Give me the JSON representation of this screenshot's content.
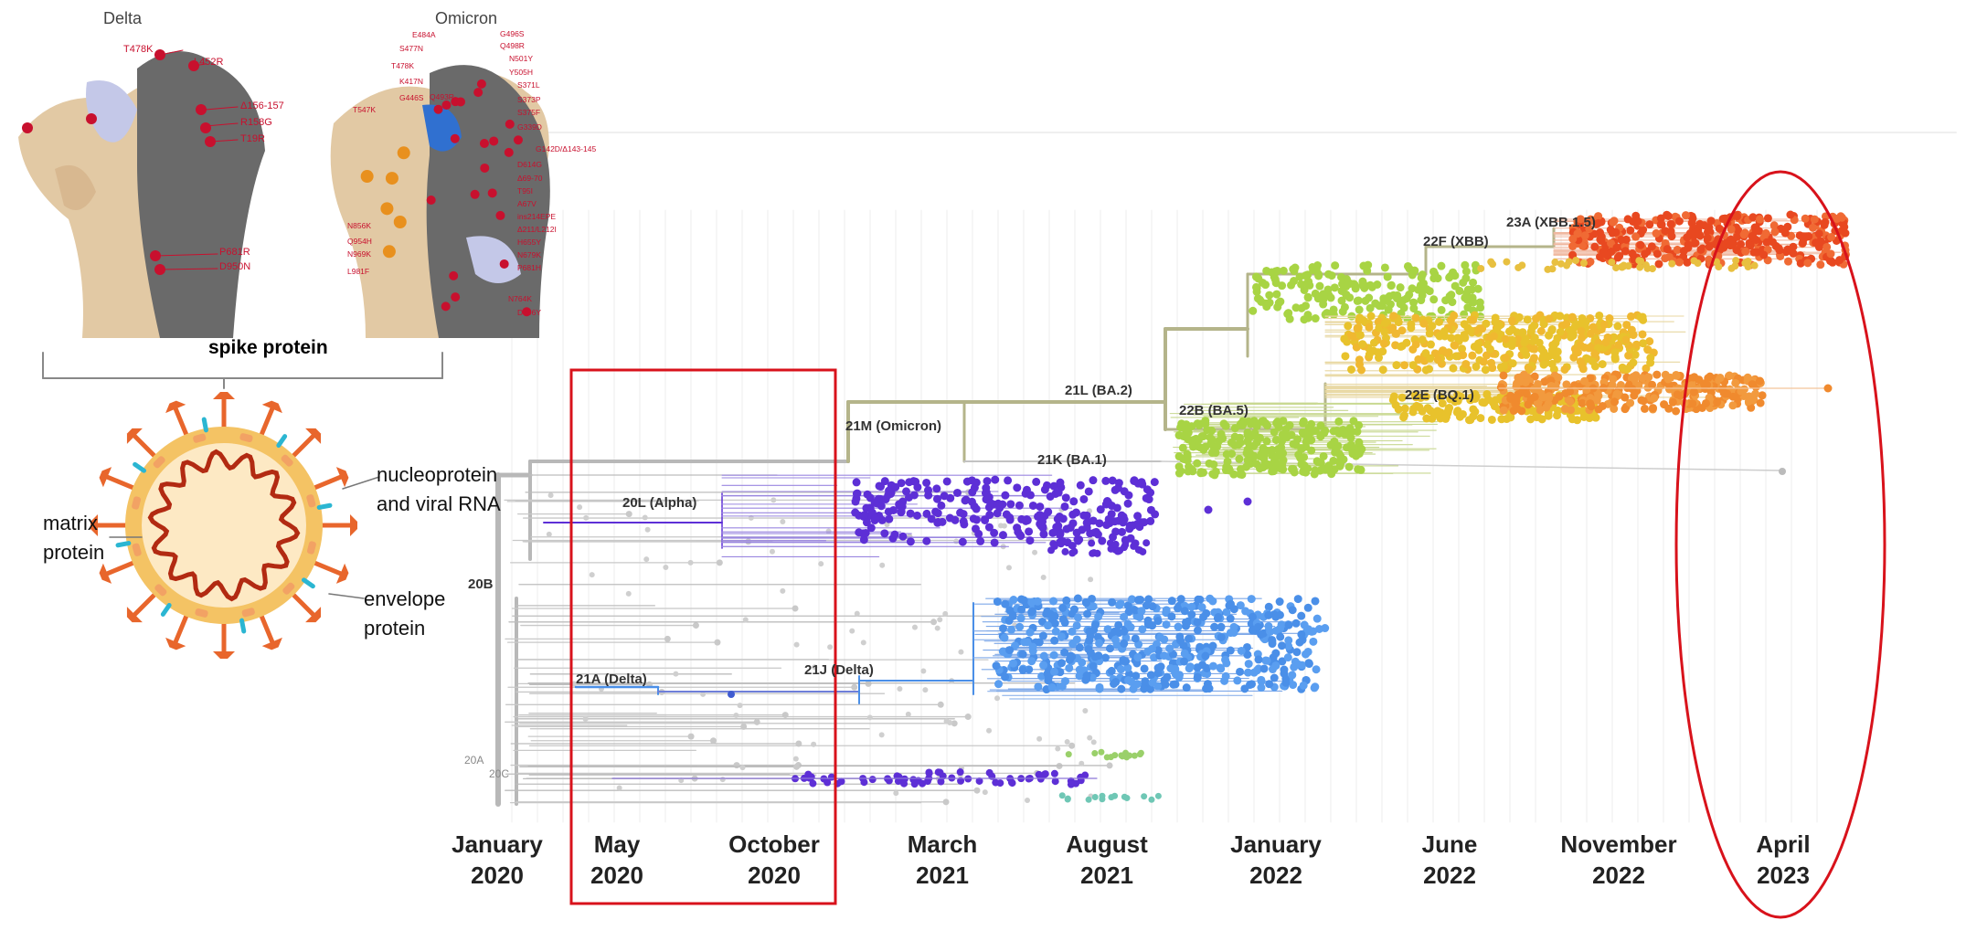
{
  "structures": {
    "delta_title": "Delta",
    "omicron_title": "Omicron",
    "spike_label": "spike protein",
    "delta_mutations": [
      "T478K",
      "L452R",
      "Δ156-157",
      "R158G",
      "T19R",
      "P681R",
      "D950N"
    ],
    "omicron_mutations": [
      "E484A",
      "S477N",
      "T478K",
      "K417N",
      "G446S",
      "Q493R",
      "T547K",
      "G496S",
      "Q498R",
      "N501Y",
      "Y505H",
      "S371L",
      "S373P",
      "S375F",
      "G339D",
      "G142D/Δ143-145",
      "D614G",
      "Δ69-70",
      "T95I",
      "A67V",
      "ins214EPE",
      "Δ211/L212I",
      "H655Y",
      "N679K",
      "P681H",
      "N764K",
      "D796Y",
      "N856K",
      "Q954H",
      "N969K",
      "L981F"
    ]
  },
  "virus": {
    "labels": {
      "matrix": [
        "matrix",
        "protein"
      ],
      "nucleoprotein": [
        "nucleoprotein",
        "and viral RNA"
      ],
      "envelope": [
        "envelope",
        "protein"
      ]
    },
    "colors": {
      "membrane": "#f4c364",
      "interior": "#fde9c4",
      "spike": "#e8662c",
      "rna": "#b22a12",
      "envelope": "#2bb6d2"
    }
  },
  "tree": {
    "clades": [
      "20B",
      "20L (Alpha)",
      "21A (Delta)",
      "21J (Delta)",
      "21M (Omicron)",
      "21L (BA.2)",
      "21K (BA.1)",
      "22B (BA.5)",
      "22E (BQ.1)",
      "22F (XBB)",
      "23A (XBB.1.5)",
      "20A",
      "20C"
    ],
    "axis_labels": [
      [
        "January",
        "2020"
      ],
      [
        "May",
        "2020"
      ],
      [
        "October",
        "2020"
      ],
      [
        "March",
        "2021"
      ],
      [
        "August",
        "2021"
      ],
      [
        "January",
        "2022"
      ],
      [
        "June",
        "2022"
      ],
      [
        "November",
        "2022"
      ],
      [
        "April",
        "2023"
      ]
    ],
    "colors": {
      "ancestral": "#b8b8b8",
      "alpha": "#5d2fd6",
      "delta": "#4a8fe8",
      "omicron_branch": "#b4b48a",
      "ba1": "#c9c9c9",
      "ba2_ba5": "#a8d444",
      "ba5_late": "#e8c22c",
      "bq1": "#f08a2e",
      "xbb": "#e84820",
      "highlight": "#d8121b"
    }
  }
}
